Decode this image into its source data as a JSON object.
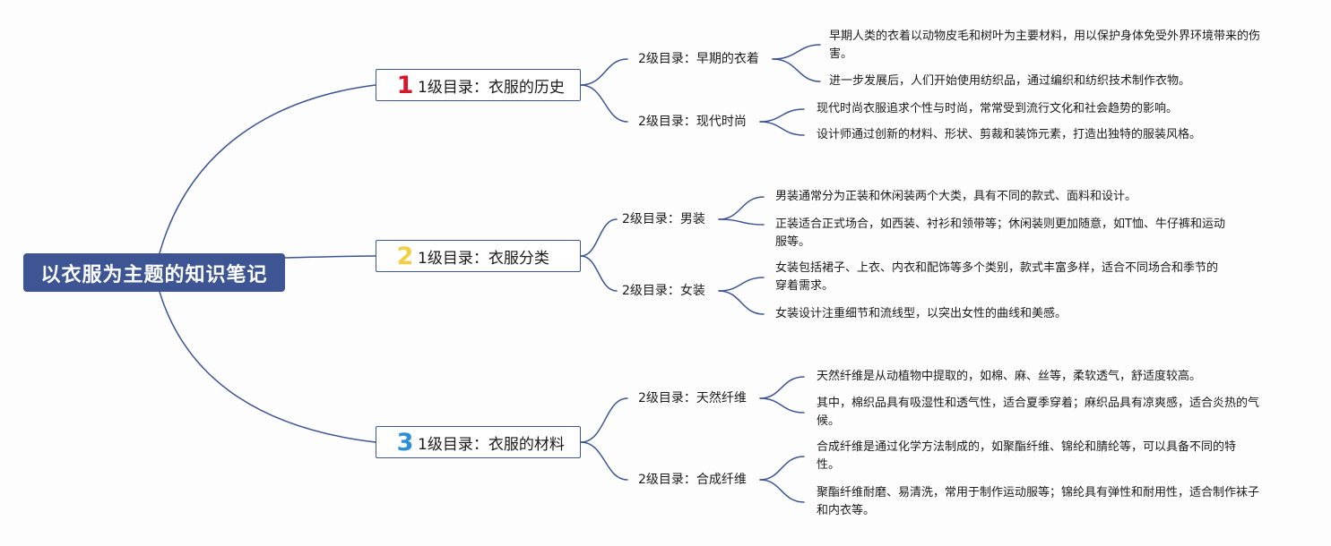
{
  "root": {
    "title": "以衣服为主题的知识笔记"
  },
  "colors": {
    "root_bg": "#3d5592",
    "line": "#3d5592",
    "badge1": "#d6182a",
    "badge2": "#f2cf45",
    "badge3": "#2d8fd8"
  },
  "branches": [
    {
      "badge": "1",
      "title": "1级目录：衣服的历史",
      "children": [
        {
          "title": "2级目录：早期的衣着",
          "leaves": [
            "早期人类的衣着以动物皮毛和树叶为主要材料，用以保护身体免受外界环境带来的伤害。",
            "进一步发展后，人们开始使用纺织品，通过编织和纺织技术制作衣物。"
          ]
        },
        {
          "title": "2级目录：现代时尚",
          "leaves": [
            "现代时尚衣服追求个性与时尚，常常受到流行文化和社会趋势的影响。",
            "设计师通过创新的材料、形状、剪裁和装饰元素，打造出独特的服装风格。"
          ]
        }
      ]
    },
    {
      "badge": "2",
      "title": "1级目录：衣服分类",
      "children": [
        {
          "title": "2级目录：男装",
          "leaves": [
            "男装通常分为正装和休闲装两个大类，具有不同的款式、面料和设计。",
            "正装适合正式场合，如西装、衬衫和领带等；休闲装则更加随意，如T恤、牛仔裤和运动服等。"
          ]
        },
        {
          "title": "2级目录：女装",
          "leaves": [
            "女装包括裙子、上衣、内衣和配饰等多个类别，款式丰富多样，适合不同场合和季节的穿着需求。",
            "女装设计注重细节和流线型，以突出女性的曲线和美感。"
          ]
        }
      ]
    },
    {
      "badge": "3",
      "title": "1级目录：衣服的材料",
      "children": [
        {
          "title": "2级目录：天然纤维",
          "leaves": [
            "天然纤维是从动植物中提取的，如棉、麻、丝等，柔软透气，舒适度较高。",
            "其中，棉织品具有吸湿性和透气性，适合夏季穿着；麻织品具有凉爽感，适合炎热的气候。"
          ]
        },
        {
          "title": "2级目录：合成纤维",
          "leaves": [
            "合成纤维是通过化学方法制成的，如聚酯纤维、锦纶和腈纶等，可以具备不同的特性。",
            "聚酯纤维耐磨、易清洗，常用于制作运动服等；锦纶具有弹性和耐用性，适合制作袜子和内衣等。"
          ]
        }
      ]
    }
  ]
}
